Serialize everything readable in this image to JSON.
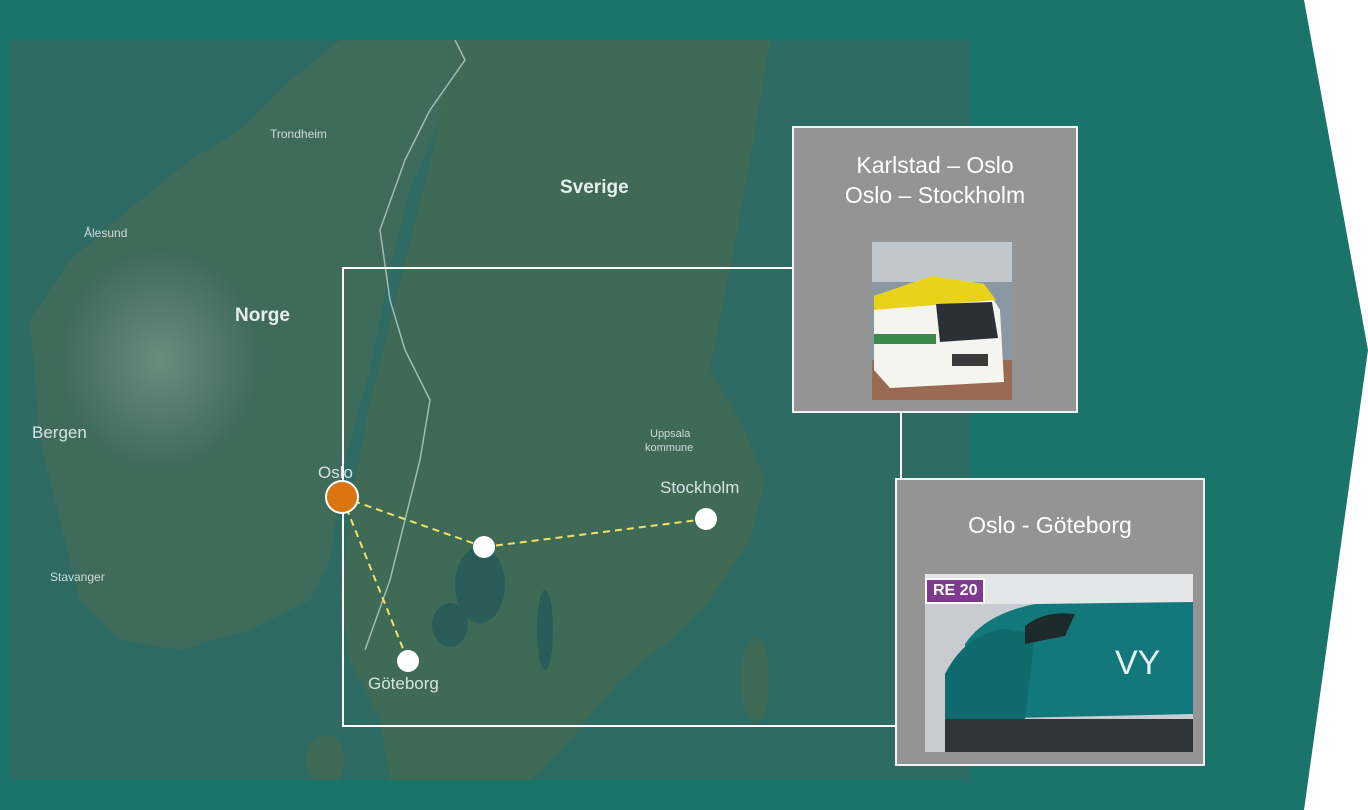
{
  "map": {
    "labels": {
      "trondheim": "Trondheim",
      "alesund": "Ålesund",
      "norge": "Norge",
      "sverige": "Sverige",
      "bergen": "Bergen",
      "oslo": "Oslo",
      "stavanger": "Stavanger",
      "uppsala": "Uppsala",
      "kommune": "kommune",
      "stockholm": "Stockholm",
      "goteborg": "Göteborg"
    },
    "colors": {
      "background": "#1a7469",
      "land": "#3f6a5c",
      "sea": "#2d6b64",
      "border": "#b9cfd1",
      "route": "#f2e06a",
      "oslo_marker": "#d9760f",
      "stop_marker": "#ffffff"
    }
  },
  "callouts": [
    {
      "title_line1": "Karlstad – Oslo",
      "title_line2": "Oslo – Stockholm"
    },
    {
      "title_line1": "Oslo - Göteborg",
      "badge": "RE 20",
      "train_text": "VY"
    }
  ]
}
